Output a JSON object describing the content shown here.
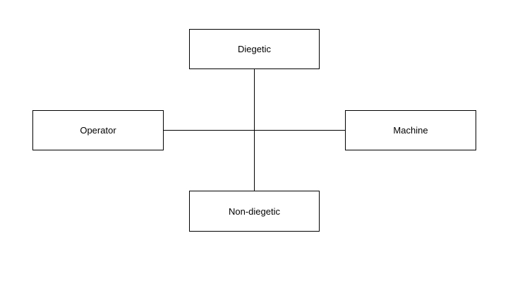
{
  "diagram": {
    "nodes": {
      "top": {
        "label": "Diegetic"
      },
      "left": {
        "label": "Operator"
      },
      "right": {
        "label": "Machine"
      },
      "bottom": {
        "label": "Non-diegetic"
      }
    },
    "edges": [
      {
        "from": "top",
        "to": "bottom"
      },
      {
        "from": "left",
        "to": "right"
      }
    ],
    "colors": {
      "stroke": "#000000",
      "fill": "#ffffff",
      "text": "#000000"
    }
  }
}
